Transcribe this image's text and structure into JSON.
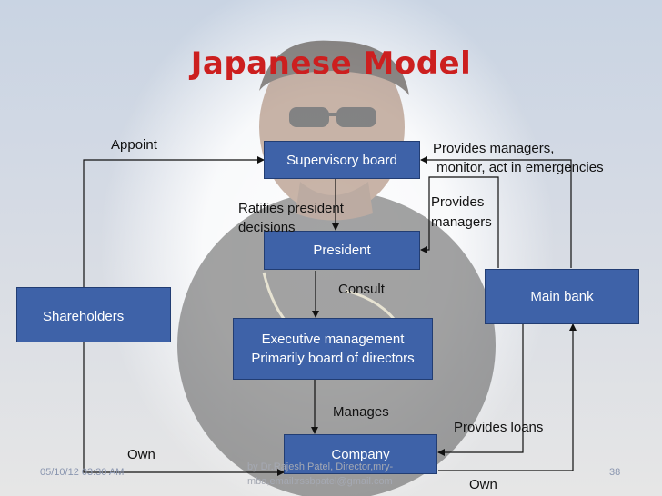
{
  "title": "Japanese Model",
  "boxes": {
    "supervisory": "Supervisory board",
    "president": "President",
    "executive_line1": "Executive management",
    "executive_line2": "Primarily board of directors",
    "company": "Company",
    "shareholders": "Shareholders",
    "main_bank": "Main bank"
  },
  "labels": {
    "appoint": "Appoint",
    "provides_managers_monitor_1": "Provides managers,",
    "provides_managers_monitor_2": " monitor, act in emergencies",
    "ratifies_1": "Ratifies president",
    "ratifies_2": "decisions",
    "provides_managers_1": "Provides",
    "provides_managers_2": "managers",
    "consult": "Consult",
    "manages": "Manages",
    "provides_loans": "Provides loans",
    "own_left": "Own",
    "own_right": "Own"
  },
  "footer": {
    "date": "05/10/12 03:30 AM",
    "author_1": "by Dr.Rajesh Patel, Director,mry-",
    "author_2": "mba,email:rssbpatel@gmail.com",
    "page": "38"
  },
  "colors": {
    "title": "#cc1f1f",
    "box_fill": "#3e62a8",
    "box_text": "#ffffff"
  }
}
